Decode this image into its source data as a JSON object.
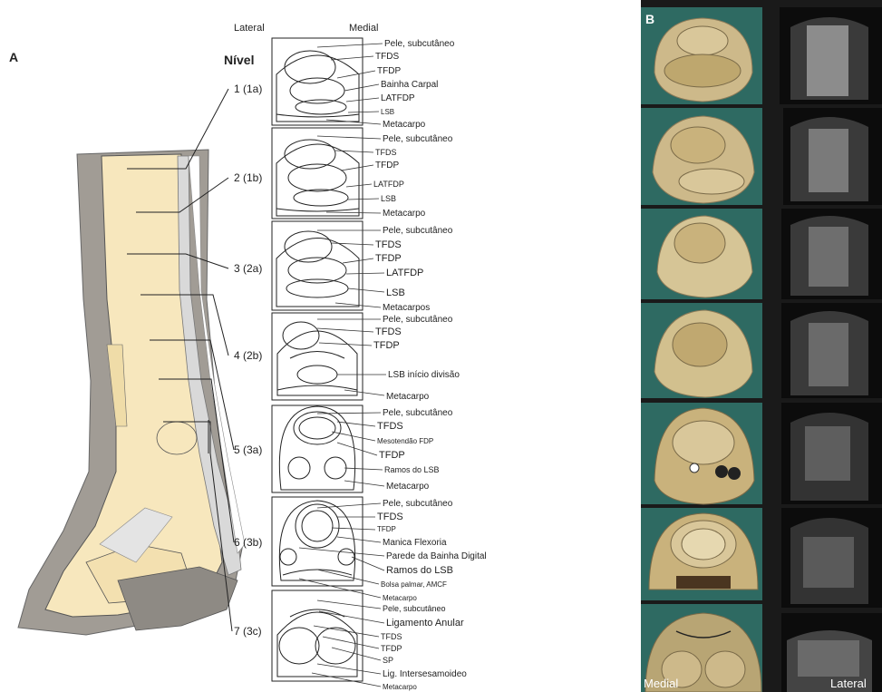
{
  "panel_a": {
    "letter": "A",
    "nivel_title": "Nível",
    "col_lateral": "Lateral",
    "col_medial": "Medial",
    "levels": [
      {
        "label": "1 (1a)",
        "structures": [
          "Pele, subcutâneo",
          "TFDS",
          "TFDP",
          "Bainha Carpal",
          "LATFDP",
          "LSB",
          "Metacarpo"
        ]
      },
      {
        "label": "2 (1b)",
        "structures": [
          "Pele, subcutâneo",
          "TFDS",
          "TFDP",
          "LATFDP",
          "LSB",
          "Metacarpo"
        ]
      },
      {
        "label": "3 (2a)",
        "structures": [
          "Pele, subcutâneo",
          "TFDS",
          "TFDP",
          "LATFDP",
          "LSB",
          "Metacarpos"
        ]
      },
      {
        "label": "4 (2b)",
        "structures": [
          "Pele, subcutâneo",
          "TFDS",
          "TFDP",
          "LSB início divisão",
          "Metacarpo"
        ]
      },
      {
        "label": "5 (3a)",
        "structures": [
          "Pele, subcutâneo",
          "TFDS",
          "Mesotendão FDP",
          "TFDP",
          "Ramos do LSB",
          "Metacarpo"
        ]
      },
      {
        "label": "6 (3b)",
        "structures": [
          "Pele, subcutâneo",
          "TFDS",
          "TFDP",
          "Manica Flexoria",
          "Parede da Bainha Digital",
          "Ramos do LSB",
          "Bolsa palmar, AMCF",
          "Metacarpo"
        ]
      },
      {
        "label": "7 (3c)",
        "structures": [
          "Pele, subcutâneo",
          "Ligamento Anular",
          "TFDS",
          "TFDP",
          "SP",
          "Lig. Intersesamoideo",
          "Metacarpo"
        ]
      }
    ]
  },
  "panel_b": {
    "letter": "B",
    "label_medial": "Medial",
    "label_lateral": "Lateral"
  },
  "colors": {
    "bone": "#f7e7bd",
    "soft_tissue": "#a19c95",
    "tendon": "#d9d9d9",
    "section_bg": "#2e6a62",
    "ultrasound_bg": "#0c0c0c"
  }
}
